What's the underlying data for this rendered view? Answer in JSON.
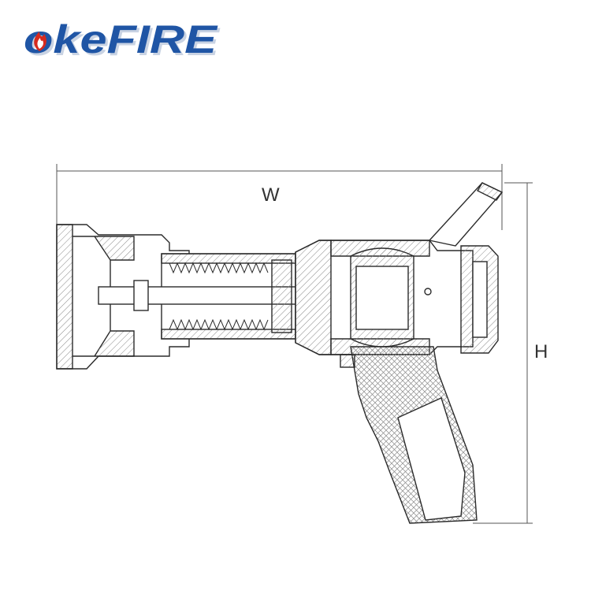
{
  "brand": {
    "logo_text": "okeFIRE",
    "colors": {
      "primary": "#1f55a5",
      "flame": "#d62a1e",
      "shadow": "#c9d3e3"
    }
  },
  "diagram": {
    "width_label": "W",
    "height_label": "H",
    "line_color": "#2b2b2b",
    "hatch_color": "#8a8a8a"
  }
}
